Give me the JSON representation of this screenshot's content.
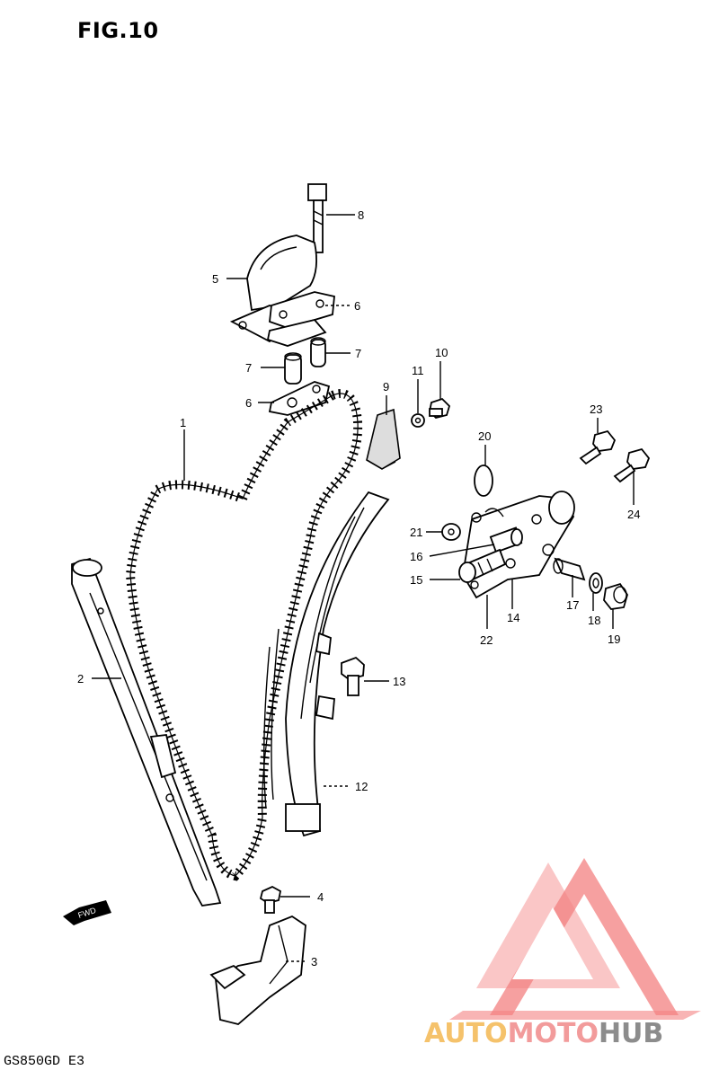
{
  "figure_title": "FIG.10",
  "model_code": "GS850GD  E3",
  "front_marker": "FWD",
  "callouts": [
    "1",
    "2",
    "3",
    "4",
    "5",
    "6",
    "6",
    "7",
    "7",
    "8",
    "9",
    "10",
    "11",
    "12",
    "13",
    "14",
    "15",
    "16",
    "17",
    "18",
    "19",
    "20",
    "21",
    "22",
    "23",
    "24"
  ],
  "watermark": {
    "part1": "AUTO",
    "part2": "MOTO",
    "part3": "HUB",
    "colors": {
      "auto": "#f5c26b",
      "moto": "#f29b9b",
      "hub": "#8c8c8c",
      "triangle": "#f26b6b"
    }
  }
}
